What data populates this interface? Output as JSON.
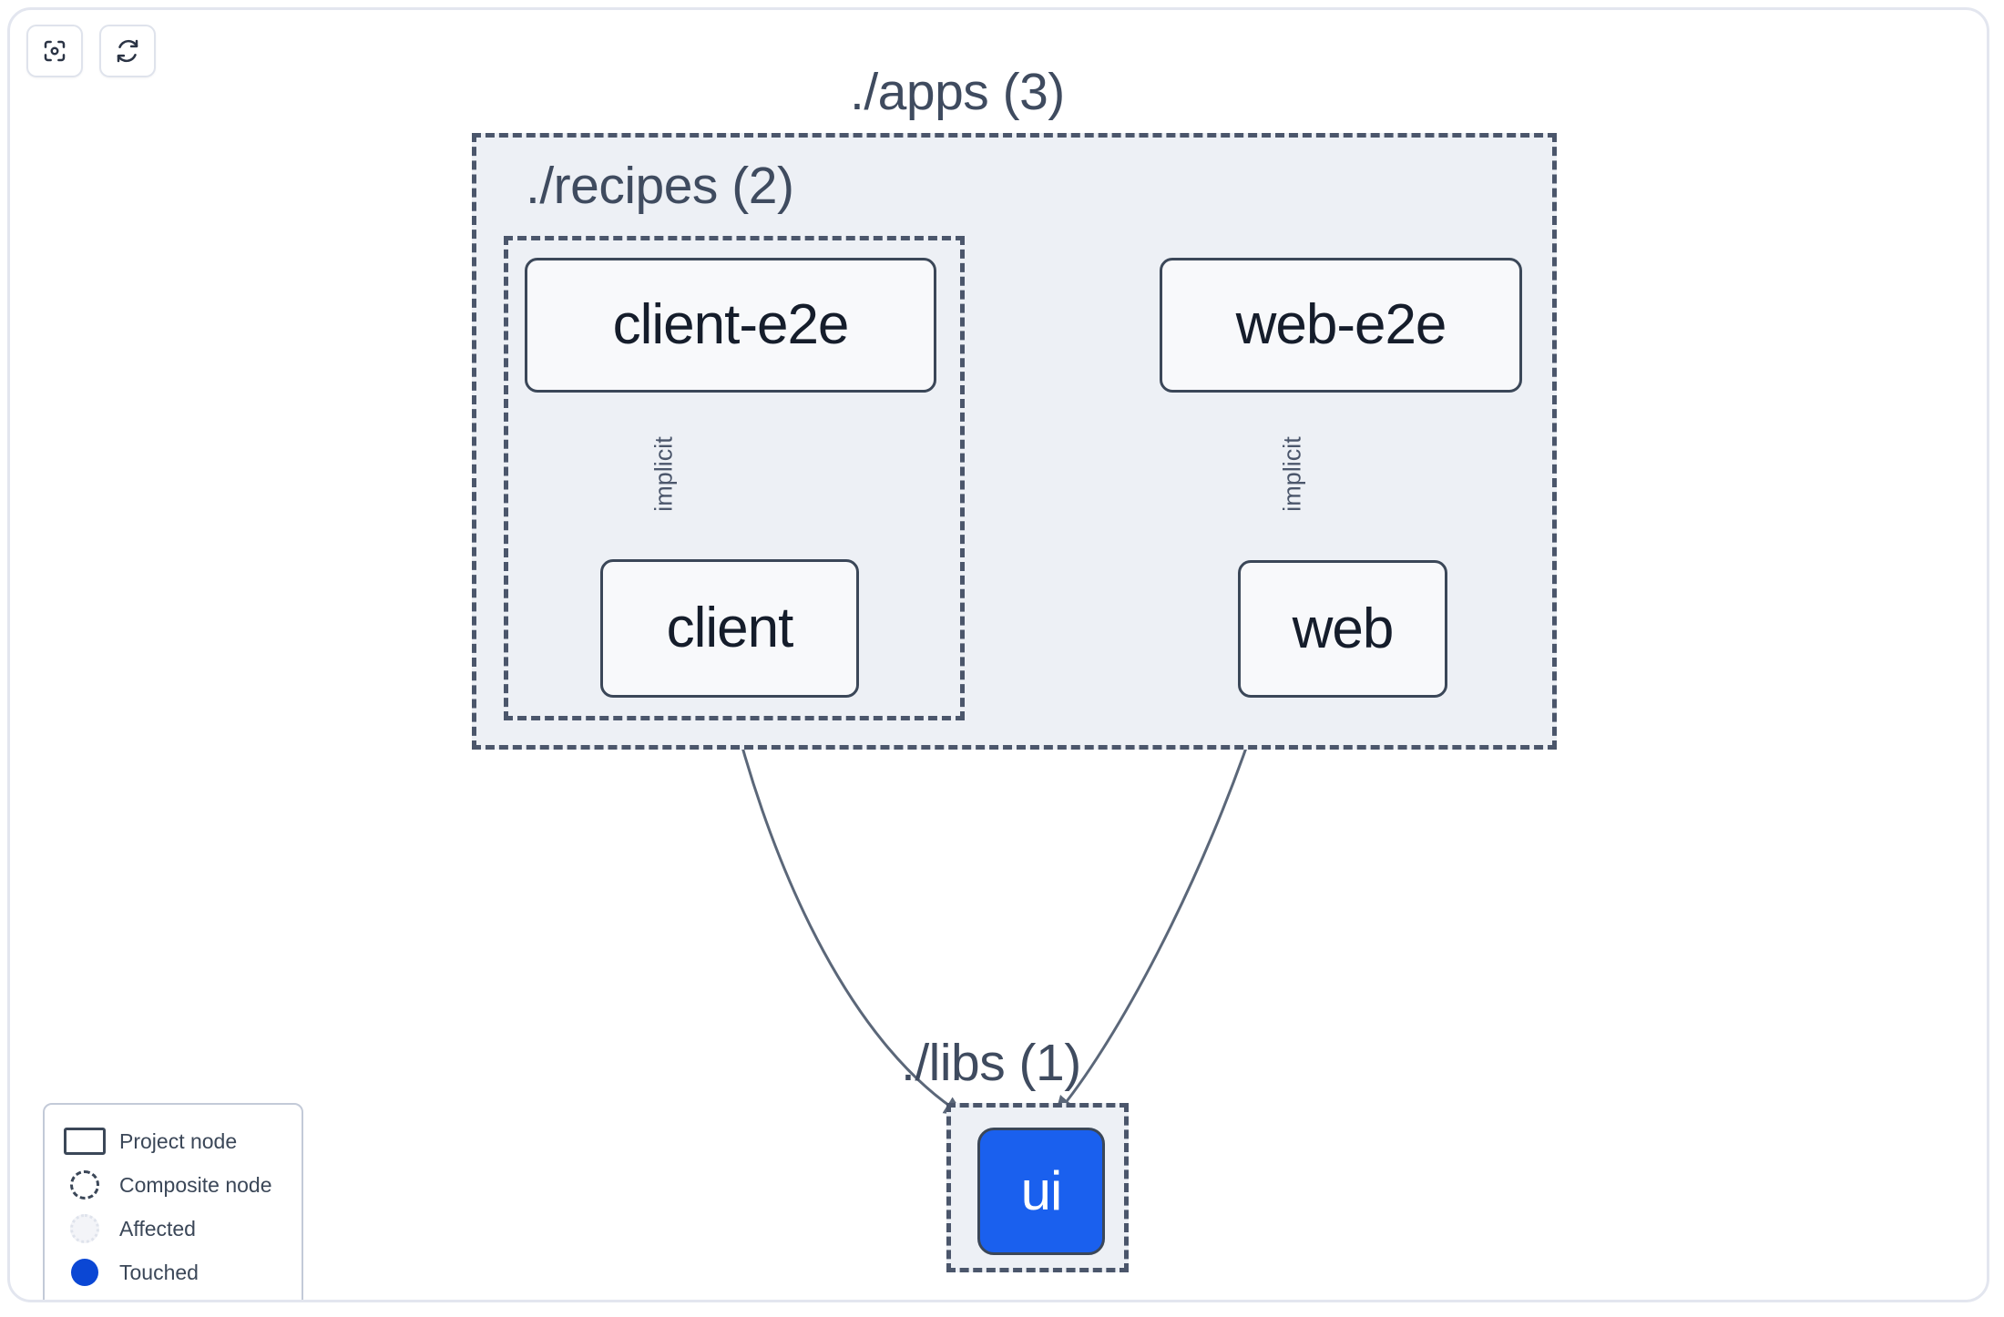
{
  "toolbar": {
    "buttons": [
      {
        "name": "focus-graph-button",
        "icon": "focus-scan-icon"
      },
      {
        "name": "refresh-graph-button",
        "icon": "refresh-icon"
      }
    ]
  },
  "graph": {
    "containers": [
      {
        "id": "apps",
        "label": "./apps (3)",
        "count": 3,
        "type": "composite"
      },
      {
        "id": "recipes",
        "label": "./recipes (2)",
        "count": 2,
        "type": "composite"
      },
      {
        "id": "libs",
        "label": "./libs (1)",
        "count": 1,
        "type": "composite"
      }
    ],
    "nodes": [
      {
        "id": "client-e2e",
        "label": "client-e2e",
        "parent": "recipes",
        "state": "normal"
      },
      {
        "id": "web-e2e",
        "label": "web-e2e",
        "parent": "apps",
        "state": "normal"
      },
      {
        "id": "client",
        "label": "client",
        "parent": "recipes",
        "state": "normal"
      },
      {
        "id": "web",
        "label": "web",
        "parent": "apps",
        "state": "normal"
      },
      {
        "id": "ui",
        "label": "ui",
        "parent": "libs",
        "state": "touched"
      }
    ],
    "edges": [
      {
        "from": "client-e2e",
        "to": "client",
        "label": "implicit"
      },
      {
        "from": "web-e2e",
        "to": "web",
        "label": "implicit"
      },
      {
        "from": "client",
        "to": "ui",
        "label": ""
      },
      {
        "from": "web",
        "to": "ui",
        "label": ""
      }
    ]
  },
  "legend": {
    "items": [
      {
        "swatch": "project-node-swatch",
        "label": "Project node"
      },
      {
        "swatch": "composite-node-swatch",
        "label": "Composite node"
      },
      {
        "swatch": "affected-swatch",
        "label": "Affected"
      },
      {
        "swatch": "touched-swatch",
        "label": "Touched"
      }
    ]
  },
  "colors": {
    "touched": "#0b47d4",
    "touched_node_fill": "#1a60ee",
    "node_border": "#3b4758",
    "composite_fill": "#edf0f5",
    "composite_border": "#4b566b",
    "edge": "#5b6779",
    "canvas": "#ffffff"
  }
}
